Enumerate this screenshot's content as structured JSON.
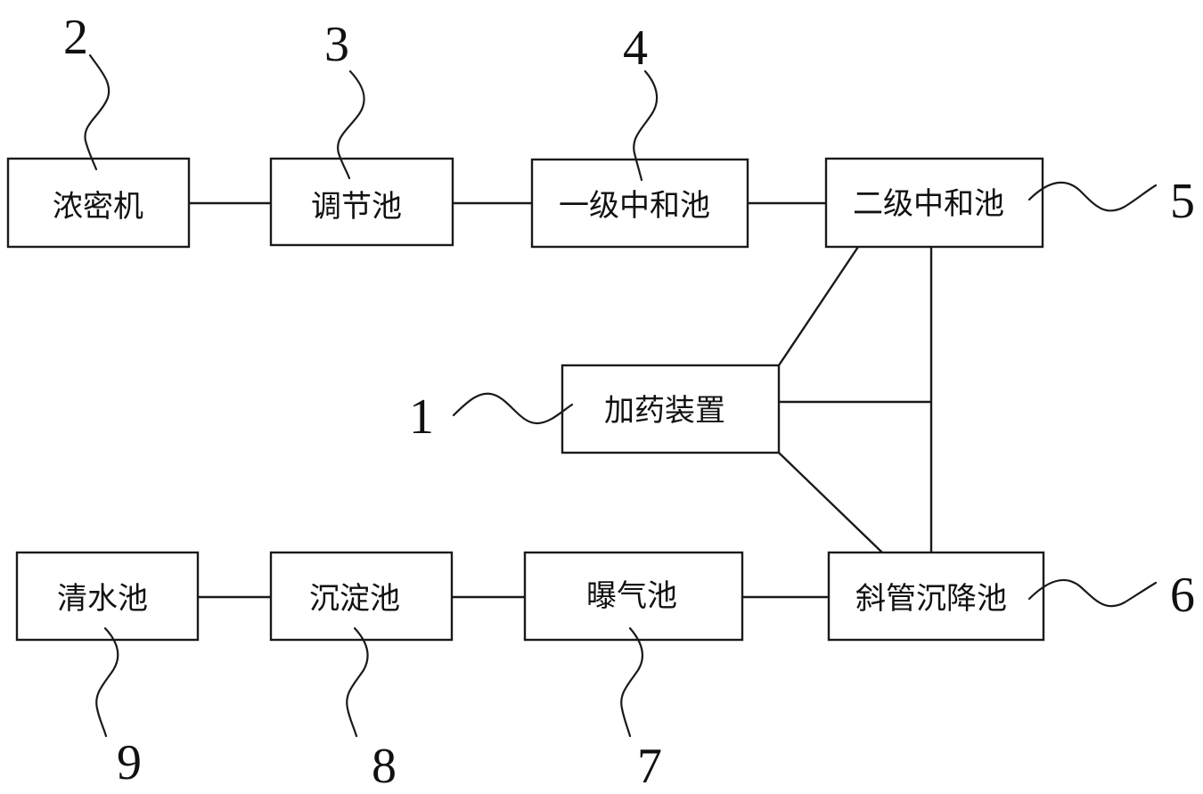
{
  "nodes": [
    {
      "id": "dosing",
      "label": "加药装置",
      "ref": "1"
    },
    {
      "id": "thickener",
      "label": "浓密机",
      "ref": "2"
    },
    {
      "id": "regulating",
      "label": "调节池",
      "ref": "3"
    },
    {
      "id": "neutral1",
      "label": "一级中和池",
      "ref": "4"
    },
    {
      "id": "neutral2",
      "label": "二级中和池",
      "ref": "5"
    },
    {
      "id": "inclined",
      "label": "斜管沉降池",
      "ref": "6"
    },
    {
      "id": "aeration",
      "label": "曝气池",
      "ref": "7"
    },
    {
      "id": "sediment",
      "label": "沉淀池",
      "ref": "8"
    },
    {
      "id": "clearwater",
      "label": "清水池",
      "ref": "9"
    }
  ],
  "edges": [
    {
      "from": "thickener",
      "to": "regulating"
    },
    {
      "from": "regulating",
      "to": "neutral1"
    },
    {
      "from": "neutral1",
      "to": "neutral2"
    },
    {
      "from": "neutral2",
      "to": "inclined"
    },
    {
      "from": "dosing",
      "to": "neutral2"
    },
    {
      "from": "dosing",
      "to": "inclined"
    },
    {
      "from": "inclined",
      "to": "aeration"
    },
    {
      "from": "aeration",
      "to": "sediment"
    },
    {
      "from": "sediment",
      "to": "clearwater"
    }
  ]
}
